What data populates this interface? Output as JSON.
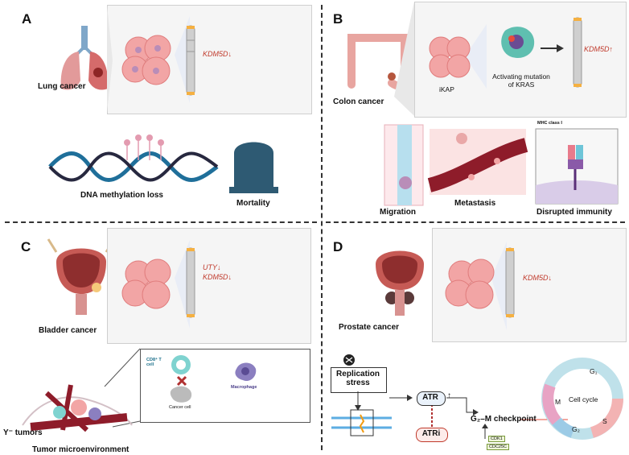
{
  "panels": {
    "a": {
      "letter": "A",
      "organ_label": "Lung cancer",
      "gene_label": "KDM5D↓",
      "methylation_label": "DNA methylation loss",
      "mortality_label": "Mortality"
    },
    "b": {
      "letter": "B",
      "organ_label": "Colon cancer",
      "ikap_label": "iKAP",
      "kras_label": "Activating mutation of KRAS",
      "gene_label": "KDM5D↑",
      "migration_label": "Migration",
      "metastasis_label": "Metastasis",
      "immunity_label": "Disrupted immunity",
      "mhc_label": "MHC class I"
    },
    "c": {
      "letter": "C",
      "organ_label": "Bladder cancer",
      "gene_label_1": "UTY↓",
      "gene_label_2": "KDM5D↓",
      "cd8_label": "CD8⁺ T cell",
      "cancer_cell_label": "Cancer cell",
      "macrophage_label": "Macrophage",
      "y_tumors_label": "Y⁻ tumors",
      "tme_label": "Tumor microenvironment"
    },
    "d": {
      "letter": "D",
      "organ_label": "Prostate cancer",
      "gene_label": "KDM5D↓",
      "replication_stress_label": "Replication stress",
      "atr_label": "ATR",
      "atri_label": "ATRi",
      "checkpoint_label": "G₂–M checkpoint",
      "cdk1_label": "CDK1",
      "cdc25c_label": "CDC25C",
      "cell_cycle_label": "Cell cycle",
      "phase_g1": "G₁",
      "phase_s": "S",
      "phase_g2": "G₂",
      "phase_m": "M"
    }
  },
  "colors": {
    "cell_pink": "#f2a5a5",
    "chromosome": "#cfcfcf",
    "red_text": "#c0392b",
    "dna_blue": "#1f6f9a",
    "tombstone": "#2e5a73",
    "cycle_g1": "#bfe1ea",
    "cycle_s": "#f3b3b3",
    "cycle_m": "#e8a3c4",
    "cycle_g2": "#9ccbe6"
  }
}
